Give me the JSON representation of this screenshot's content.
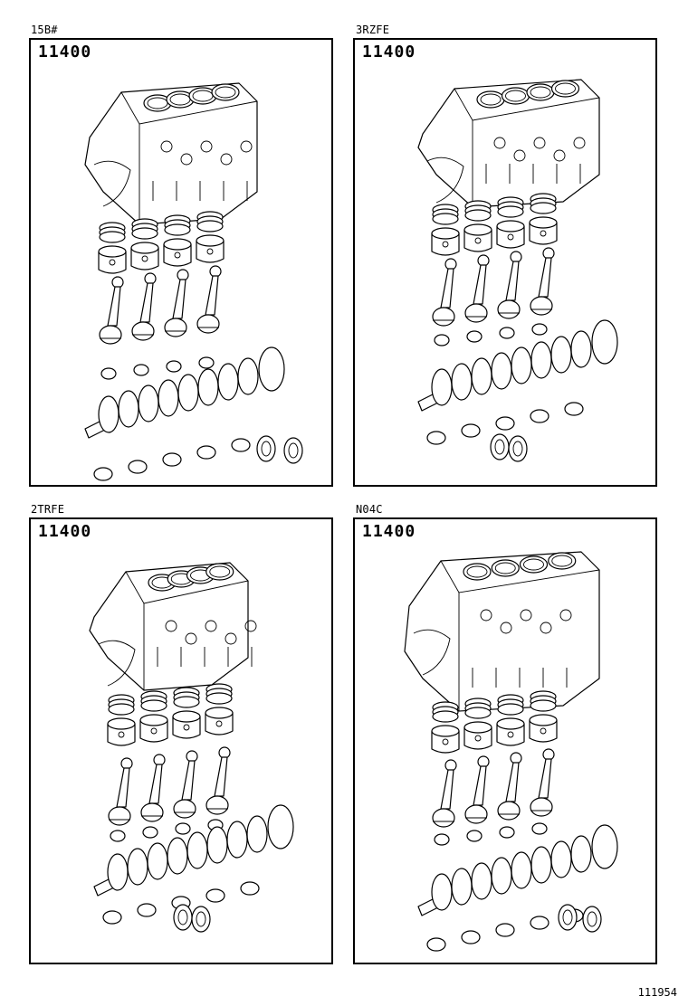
{
  "panels": [
    {
      "engine": "15B#",
      "part_code": "11400"
    },
    {
      "engine": "3RZFE",
      "part_code": "11400"
    },
    {
      "engine": "2TRFE",
      "part_code": "11400"
    },
    {
      "engine": "N04C",
      "part_code": "11400"
    }
  ],
  "illustration_no": "111954",
  "components": [
    "cylinder-block",
    "piston-rings",
    "pistons",
    "connecting-rods",
    "rod-bearings",
    "crankshaft",
    "main-bearings",
    "thrust-washers"
  ]
}
